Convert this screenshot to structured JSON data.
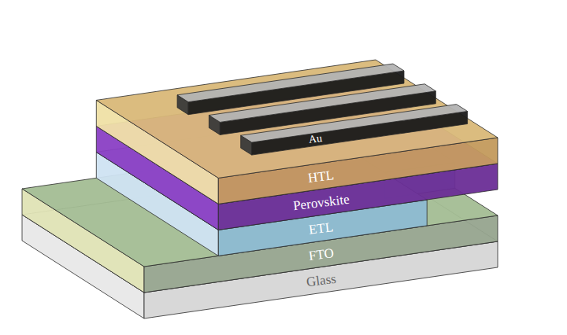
{
  "diagram": {
    "labels": [
      "Au",
      "HTL",
      "Perovskite",
      "ETL",
      "FTO",
      "Glass"
    ]
  }
}
